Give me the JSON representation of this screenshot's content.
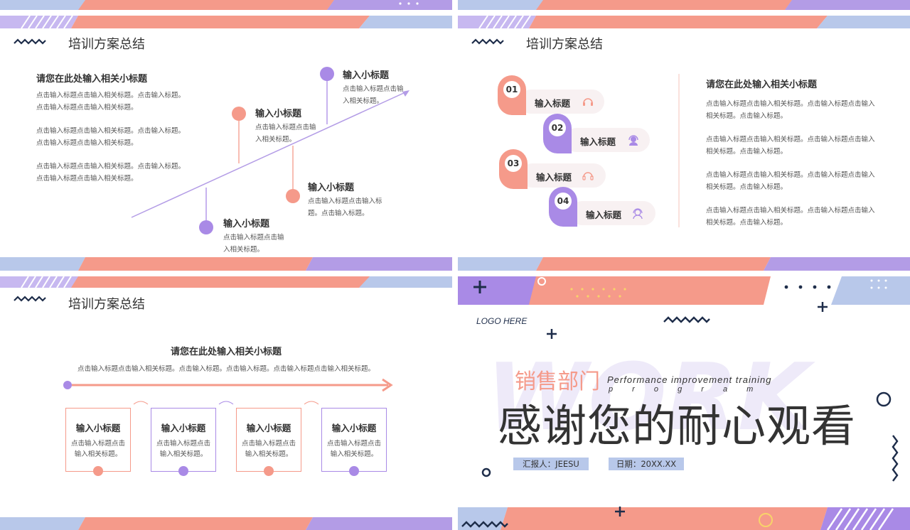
{
  "colors": {
    "coral": "#f59a8a",
    "purple": "#a98ae6",
    "lilac": "#c7b8f0",
    "navy": "#1e2d4a",
    "blue": "#b8c8ea",
    "line_purple": "#b39ce6"
  },
  "slide1": {
    "title": "培训方案总结",
    "heading": "请您在此处输入相关小标题",
    "paragraphs": [
      [
        "点击输入标题点击输入相关标题。点击输入标题。",
        "点击输入标题点击输入相关标题。"
      ],
      [
        "点击输入标题点击输入相关标题。点击输入标题。",
        "点击输入标题点击输入相关标题。"
      ],
      [
        "点击输入标题点击输入相关标题。点击输入标题。",
        "点击输入标题点击输入相关标题。"
      ]
    ],
    "points": [
      {
        "title": "输入小标题",
        "body": [
          "点击输入标题点击输",
          "入相关标题。"
        ]
      },
      {
        "title": "输入小标题",
        "body": [
          "点击输入标题点击输",
          "入相关标题。"
        ]
      },
      {
        "title": "输入小标题",
        "body": [
          "点击输入标题点击输入标",
          "题。点击输入标题。"
        ]
      },
      {
        "title": "输入小标题",
        "body": [
          "点击输入标题点击输",
          "入相关标题。"
        ]
      }
    ]
  },
  "slide2": {
    "title": "培训方案总结",
    "items": [
      {
        "num": "01",
        "label": "输入标题",
        "icon": "headset-icon"
      },
      {
        "num": "02",
        "label": "输入标题",
        "icon": "support-agent-icon"
      },
      {
        "num": "03",
        "label": "输入标题",
        "icon": "headset-icon"
      },
      {
        "num": "04",
        "label": "输入标题",
        "icon": "customer-service-icon"
      }
    ],
    "heading": "请您在此处输入相关小标题",
    "paragraphs": [
      [
        "点击输入标题点击输入相关标题。点击输入标题点击输入",
        "相关标题。点击输入标题。"
      ],
      [
        "点击输入标题点击输入相关标题。点击输入标题点击输入",
        "相关标题。点击输入标题。"
      ],
      [
        "点击输入标题点击输入相关标题。点击输入标题点击输入",
        "相关标题。点击输入标题。"
      ],
      [
        "点击输入标题点击输入相关标题。点击输入标题点击输入",
        "相关标题。点击输入标题。"
      ]
    ]
  },
  "slide3": {
    "title": "培训方案总结",
    "heading": "请您在此处输入相关小标题",
    "intro": "点击输入标题点击输入相关标题。点击输入标题。点击输入标题。点击输入标题点击输入相关标题。",
    "boxes": [
      {
        "title": "输入小标题",
        "body": [
          "点击输入标题点击",
          "输入相关标题。"
        ]
      },
      {
        "title": "输入小标题",
        "body": [
          "点击输入标题点击",
          "输入相关标题。"
        ]
      },
      {
        "title": "输入小标题",
        "body": [
          "点击输入标题点击",
          "输入相关标题。"
        ]
      },
      {
        "title": "输入小标题",
        "body": [
          "点击输入标题点击",
          "输入相关标题。"
        ]
      }
    ]
  },
  "slide4": {
    "logo": "LOGO HERE",
    "department": "销售部门",
    "english_line1": "Performance improvement training",
    "english_line2": "p r o g r a m",
    "thanks": "感谢您的耐心观看",
    "reporter": "汇报人：JEESU",
    "date": "日期：20XX.XX"
  }
}
